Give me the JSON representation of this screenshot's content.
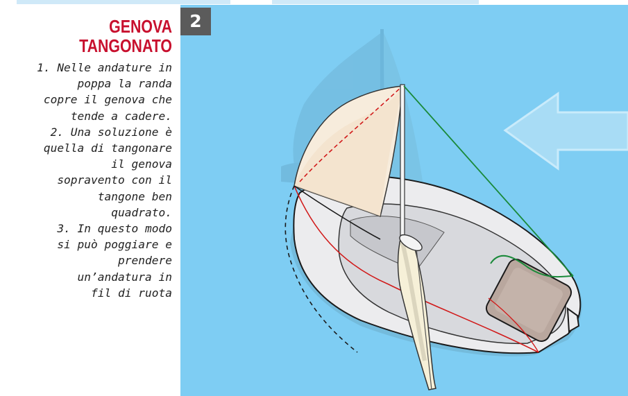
{
  "caption": {
    "title": "GENOVA\nTANGONATO",
    "text": "1. Nelle andature in\npoppa la randa\ncopre il genova che\ntende a cadere.\n2. Una soluzione è\nquella di tangonare\nil genova\nsopravento con il\ntangone ben\nquadrato.\n3. In questo modo\nsi può poggiare e\nprendere\nun’andatura in\nfil di ruota"
  },
  "illustration": {
    "badge": "2",
    "colors": {
      "sea": "#7ecdf3",
      "title_red": "#c8102e",
      "badge_gray": "#5b5b5b",
      "sheet_red": "#d11a1a",
      "forestay_green": "#1a8a3a",
      "cabin": "#b9a79e",
      "genoa": "#f7ecdc",
      "mainsail": "#f6f0d8",
      "wind_arrow": "#a8dcf5"
    },
    "icons": [
      "wind-arrow-icon",
      "sailboat-illustration"
    ]
  }
}
